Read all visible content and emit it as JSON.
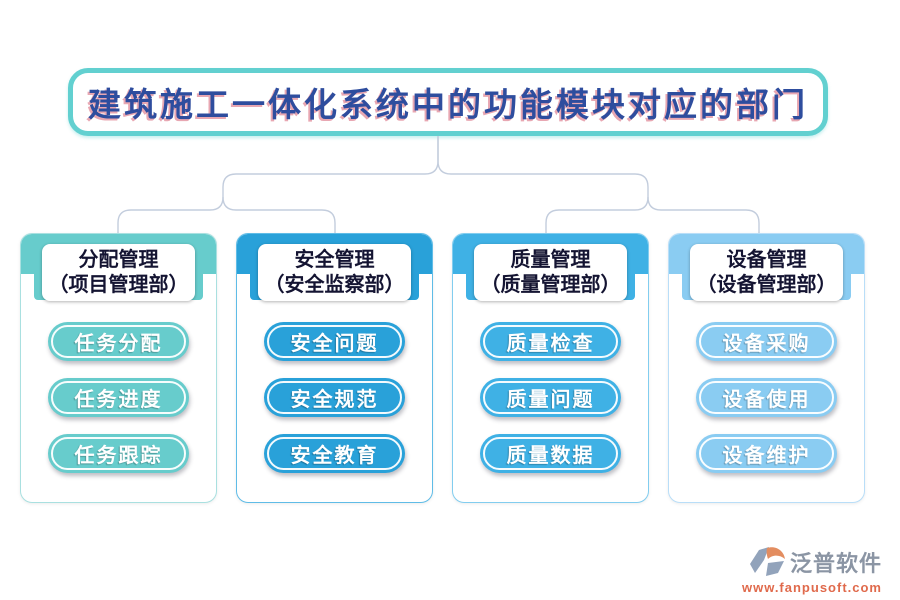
{
  "title": "建筑施工一体化系统中的功能模块对应的部门",
  "columns": [
    {
      "name": "分配管理",
      "dept": "（项目管理部）",
      "items": [
        "任务分配",
        "任务进度",
        "任务跟踪"
      ],
      "color": "#67cccc",
      "border_color": "#a9e0e0"
    },
    {
      "name": "安全管理",
      "dept": "（安全监察部）",
      "items": [
        "安全问题",
        "安全规范",
        "安全教育"
      ],
      "color": "#29a1d9",
      "border_color": "#5fbce7"
    },
    {
      "name": "质量管理",
      "dept": "（质量管理部）",
      "items": [
        "质量检查",
        "质量问题",
        "质量数据"
      ],
      "color": "#3fb1e5",
      "border_color": "#82cdef"
    },
    {
      "name": "设备管理",
      "dept": "（设备管理部）",
      "items": [
        "设备采购",
        "设备使用",
        "设备维护"
      ],
      "color": "#8accf2",
      "border_color": "#b9def8"
    }
  ],
  "footer": {
    "brand": "泛普软件",
    "url": "www.fanpusoft.com"
  },
  "colors": {
    "title_border": "#62d0d0",
    "title_text": "#2e4d9e",
    "title_text_shadow": "#cd3c55",
    "connector": "#c3cddd",
    "label_text": "#141432",
    "pill_text": "#ffffff",
    "brand_text": "#8b95a4",
    "url_text": "#e06a4c"
  }
}
